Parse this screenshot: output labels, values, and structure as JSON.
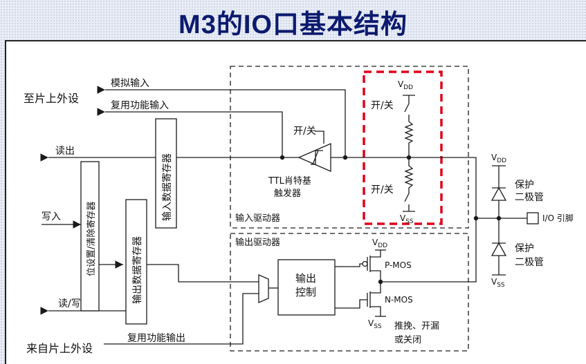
{
  "title": "M3的IO口基本结构",
  "labels": {
    "to_peripheral": "至片上外设",
    "analog_input": "模拟输入",
    "af_input": "复用功能输入",
    "read_out": "读出",
    "write_in": "写入",
    "read_write": "读/写",
    "from_peripheral": "来自片上外设",
    "af_output": "复用功能输出",
    "input_data_reg": "输入数据寄存器",
    "bit_set_reset_reg": "位设置/清除寄存器",
    "output_data_reg": "输出数据寄存器",
    "on_off_schmitt": "开/关",
    "schmitt_line1": "TTL肖特基",
    "schmitt_line2": "触发器",
    "input_driver": "输入驱动器",
    "output_driver": "输出驱动器",
    "on_off_pullup": "开/关",
    "on_off_pulldown": "开/关",
    "vdd_top": "V",
    "vdd_top_sub": "DD",
    "vss_mid": "V",
    "vss_mid_sub": "SS",
    "vdd_diode": "V",
    "vdd_diode_sub": "DD",
    "vss_diode": "V",
    "vss_diode_sub": "SS",
    "vdd_pmos": "V",
    "vdd_pmos_sub": "DD",
    "vss_nmos": "V",
    "vss_nmos_sub": "SS",
    "protect_top_1": "保护",
    "protect_top_2": "二极管",
    "protect_bottom_1": "保护",
    "protect_bottom_2": "二极管",
    "io_pin": "I/O 引脚",
    "output_control_1": "输出",
    "output_control_2": "控制",
    "pmos": "P-MOS",
    "nmos": "N-MOS",
    "mode_line1": "推挽、开漏",
    "mode_line2": "或关闭"
  },
  "colors": {
    "title": "#0c1a6e",
    "highlight_box": "#e0001a",
    "line": "#1a1a1a"
  }
}
